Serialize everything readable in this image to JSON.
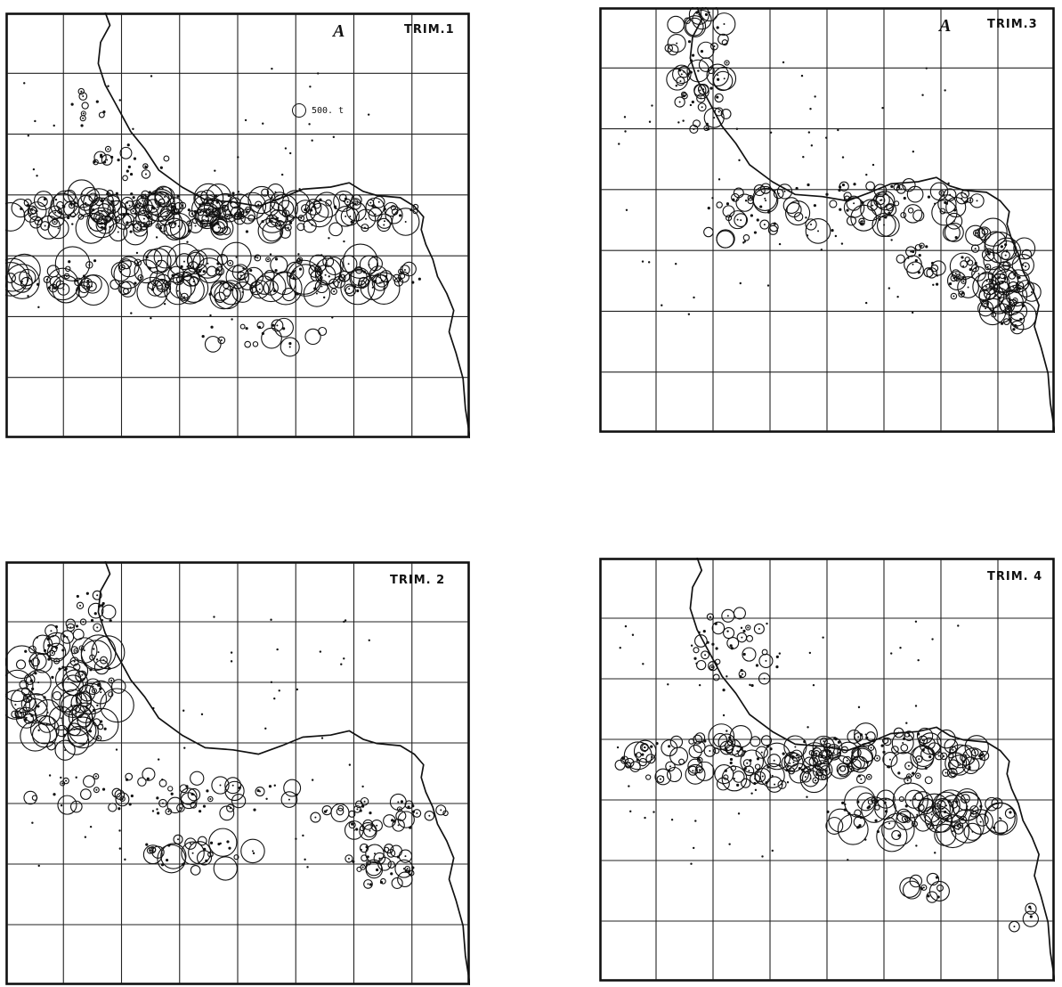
{
  "panels": {
    "trim1": {
      "label": "TRIM.1",
      "letter": "A",
      "legend": "500. t"
    },
    "trim3": {
      "label": "TRIM.3",
      "letter": "A"
    },
    "trim2": {
      "label": "TRIM. 2"
    },
    "trim4": {
      "label": "TRIM. 4"
    }
  }
}
